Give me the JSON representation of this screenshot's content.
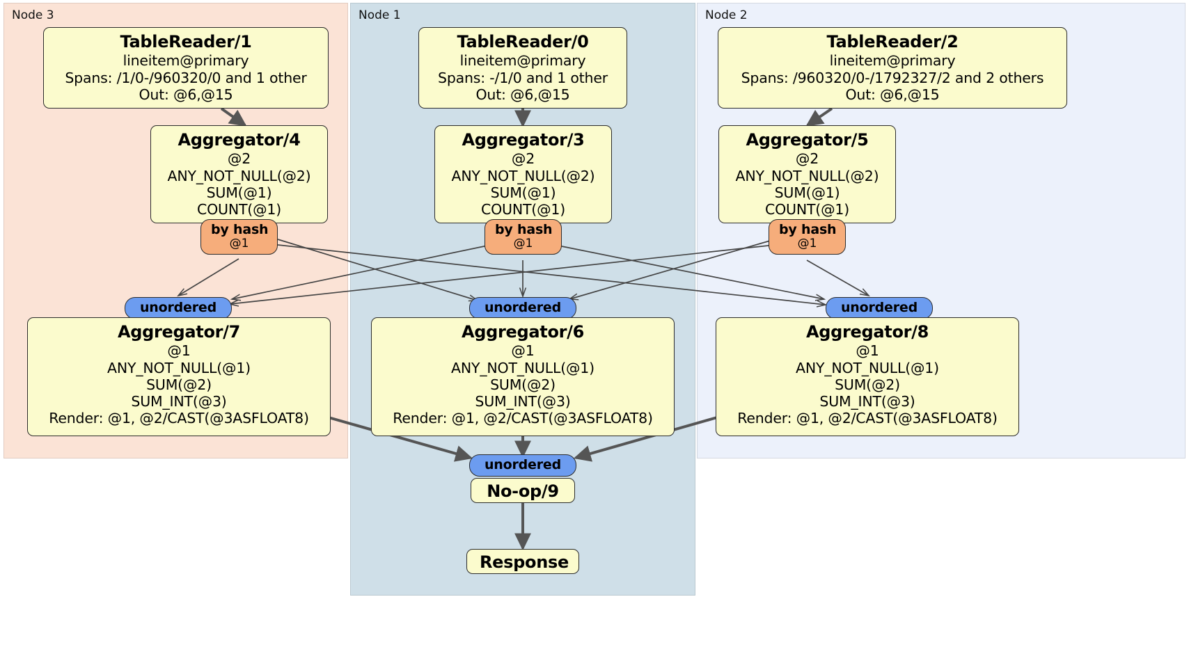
{
  "diagram": {
    "type": "distributed-query-plan",
    "title": "Distributed SQL query plan across 3 nodes"
  },
  "colors": {
    "node3_panel": "#fbe3d6",
    "node1_panel": "#cfdfe8",
    "node2_panel": "#ecf1fb",
    "processor_fill": "#fbfbcd",
    "processor_stroke": "#2b2b2b",
    "hash_badge": "#f6ad7b",
    "unordered_badge": "#6c9cf0",
    "edge_thin": "#444444",
    "edge_thick": "#555555"
  },
  "nodes": [
    {
      "id": "node3",
      "label": "Node 3"
    },
    {
      "id": "node1",
      "label": "Node 1"
    },
    {
      "id": "node2",
      "label": "Node 2"
    }
  ],
  "processors": {
    "table_reader_1": {
      "title": "TableReader/1",
      "lines": [
        "lineitem@primary",
        "Spans: /1/0-/960320/0 and 1 other",
        "Out: @6,@15"
      ]
    },
    "table_reader_0": {
      "title": "TableReader/0",
      "lines": [
        "lineitem@primary",
        "Spans: -/1/0 and 1 other",
        "Out: @6,@15"
      ]
    },
    "table_reader_2": {
      "title": "TableReader/2",
      "lines": [
        "lineitem@primary",
        "Spans: /960320/0-/1792327/2 and 2 others",
        "Out: @6,@15"
      ]
    },
    "aggregator_4": {
      "title": "Aggregator/4",
      "lines": [
        "@2",
        "ANY_NOT_NULL(@2)",
        "SUM(@1)",
        "COUNT(@1)"
      ]
    },
    "aggregator_3": {
      "title": "Aggregator/3",
      "lines": [
        "@2",
        "ANY_NOT_NULL(@2)",
        "SUM(@1)",
        "COUNT(@1)"
      ]
    },
    "aggregator_5": {
      "title": "Aggregator/5",
      "lines": [
        "@2",
        "ANY_NOT_NULL(@2)",
        "SUM(@1)",
        "COUNT(@1)"
      ]
    },
    "aggregator_7": {
      "title": "Aggregator/7",
      "lines": [
        "@1",
        "ANY_NOT_NULL(@1)",
        "SUM(@2)",
        "SUM_INT(@3)",
        "Render: @1, @2/CAST(@3ASFLOAT8)"
      ]
    },
    "aggregator_6": {
      "title": "Aggregator/6",
      "lines": [
        "@1",
        "ANY_NOT_NULL(@1)",
        "SUM(@2)",
        "SUM_INT(@3)",
        "Render: @1, @2/CAST(@3ASFLOAT8)"
      ]
    },
    "aggregator_8": {
      "title": "Aggregator/8",
      "lines": [
        "@1",
        "ANY_NOT_NULL(@1)",
        "SUM(@2)",
        "SUM_INT(@3)",
        "Render: @1, @2/CAST(@3ASFLOAT8)"
      ]
    },
    "noop_9": {
      "title": "No-op/9",
      "lines": []
    },
    "response": {
      "title": "Response",
      "lines": []
    }
  },
  "badges": {
    "hash_left": {
      "main": "by hash",
      "sub": "@1"
    },
    "hash_mid": {
      "main": "by hash",
      "sub": "@1"
    },
    "hash_right": {
      "main": "by hash",
      "sub": "@1"
    },
    "unordered_left": {
      "main": "unordered"
    },
    "unordered_mid": {
      "main": "unordered"
    },
    "unordered_right": {
      "main": "unordered"
    },
    "unordered_final": {
      "main": "unordered"
    }
  }
}
